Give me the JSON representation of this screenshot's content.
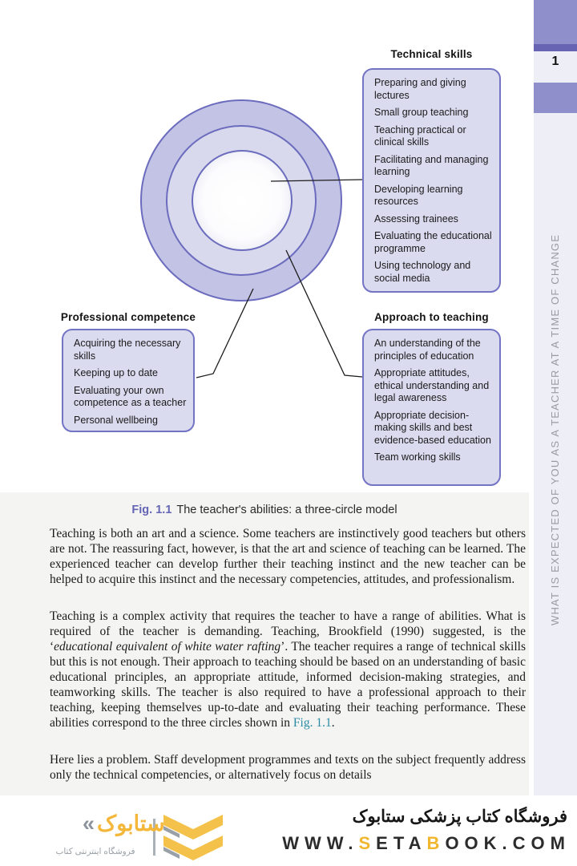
{
  "sidebar": {
    "page_number": "1",
    "vertical_text": "WHAT IS EXPECTED OF YOU AS A TEACHER AT A TIME OF CHANGE",
    "accent_color": "#8f8fcb",
    "strip_color": "#6664b3",
    "background_color": "#eeeef6"
  },
  "diagram": {
    "colors": {
      "outer_ring_fill": "#c3c3e5",
      "middle_ring_fill": "#d9d9ee",
      "ring_stroke": "#6c6cbe",
      "box_fill": "#dbdbf0",
      "box_border": "#7474c4"
    },
    "boxes": [
      {
        "title": "Technical skills",
        "items": [
          "Preparing and giving lectures",
          "Small group teaching",
          "Teaching practical or clinical skills",
          "Facilitating and managing learning",
          "Developing learning resources",
          "Assessing trainees",
          "Evaluating the educational programme",
          "Using technology and social media"
        ]
      },
      {
        "title": "Professional competence",
        "items": [
          "Acquiring the necessary skills",
          "Keeping up to date",
          "Evaluating your own competence as a teacher",
          "Personal wellbeing"
        ]
      },
      {
        "title": "Approach to teaching",
        "items": [
          "An understanding of the principles of education",
          "Appropriate attitudes, ethical understanding and legal awareness",
          "Appropriate decision-making skills and best evidence-based education",
          "Team working skills"
        ]
      }
    ]
  },
  "figure_caption": {
    "label": "Fig. 1.1",
    "label_color": "#6565b5",
    "text": "The teacher's abilities: a three-circle model"
  },
  "paragraphs": {
    "p1": "Teaching is both an art and a science. Some teachers are instinctively good teachers but others are not. The reassuring fact, however, is that the art and science of teaching can be learned. The experienced teacher can develop further their teaching instinct and the new teacher can be helped to acquire this instinct and the necessary competencies, attitudes, and professionalism.",
    "p2_pre": "Teaching is a complex activity that requires the teacher to have a range of abilities. What is required of the teacher is demanding. Teaching, Brookfield (1990) suggested, is the ‘",
    "p2_italic": "educational equivalent of white water rafting",
    "p2_mid": "’. The teacher requires a range of technical skills but this is not enough. Their approach to teaching should be based on an understanding of basic educational principles, an appropriate attitude, informed decision-making strategies, and teamworking skills. The teacher is also required to have a professional approach to their teaching, keeping themselves up-to-date and evaluating their teaching performance. These abilities correspond to the three circles shown in ",
    "p2_link": "Fig. 1.1",
    "p2_link_color": "#2b8ba6",
    "p2_post": ".",
    "p3": "Here lies a problem. Staff development programmes and texts on the subject frequently address only the technical competencies, or alternatively focus on details"
  },
  "footer": {
    "tagline": "فروشگاه کتاب پزشکی ستابوک",
    "url_parts": {
      "p1": "WWW.",
      "s": "S",
      "p2": "ETA",
      "b": "B",
      "p3": "OOK.COM"
    },
    "url_gold_color": "#f0b62e",
    "logo": {
      "chevron": "«",
      "wordmark": "ستابوک",
      "subtext": "فروشگاه اینترنتی کتاب",
      "brand_yellow": "#f4b73a"
    }
  }
}
